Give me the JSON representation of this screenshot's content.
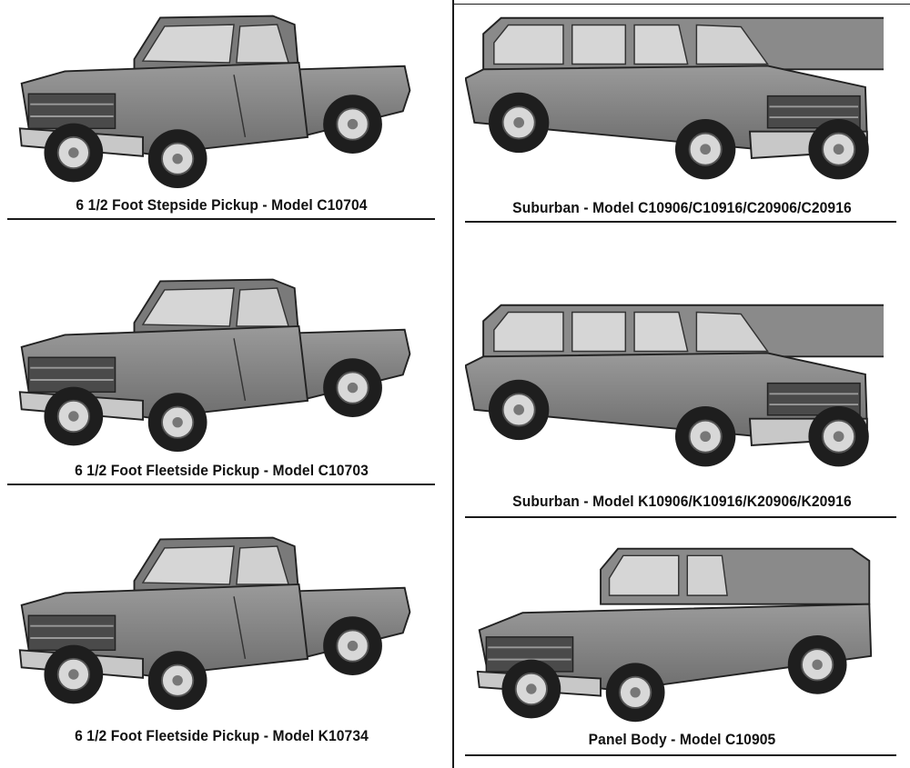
{
  "catalog": {
    "left_column": [
      {
        "caption": "6 1/2 Foot Stepside Pickup - Model C10704",
        "body": "stepside-pickup"
      },
      {
        "caption": "6 1/2 Foot Fleetside Pickup - Model C10703",
        "body": "fleetside-pickup"
      },
      {
        "caption": "6 1/2 Foot Fleetside Pickup - Model K10734",
        "body": "fleetside-pickup"
      }
    ],
    "right_column": [
      {
        "caption": "Suburban - Model C10906/C10916/C20906/C20916",
        "body": "suburban"
      },
      {
        "caption": "Suburban - Model K10906/K10916/K20906/K20916",
        "body": "suburban"
      },
      {
        "caption": "Panel Body - Model C10905",
        "body": "panel"
      }
    ]
  },
  "colors": {
    "ink": "#1a1a1a",
    "body": "#8a8a8a",
    "body_dark": "#5a5a5a",
    "glass": "#d6d6d6",
    "tire": "#202020"
  }
}
